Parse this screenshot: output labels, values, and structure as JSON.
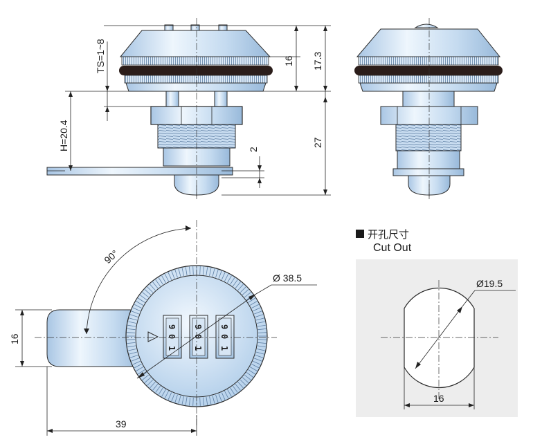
{
  "front_view": {
    "dim_ts": "TS=1~8",
    "dim_h": "H=20.4",
    "dim_2": "2"
  },
  "side_view": {
    "dim_16": "16",
    "dim_17_3": "17.3",
    "dim_27": "27"
  },
  "top_view": {
    "dim_angle": "90°",
    "dim_diameter": "Ø 38.5",
    "dim_height": "16",
    "dim_length": "39",
    "dial_digits": [
      [
        "9",
        "0",
        "1"
      ],
      [
        "9",
        "0",
        "1"
      ],
      [
        "9",
        "0",
        "1"
      ]
    ]
  },
  "cutout": {
    "title_cn": "开孔尺寸",
    "title_en": "Cut Out",
    "dim_diameter": "Ø19.5",
    "dim_width": "16"
  },
  "colors": {
    "metal_light": "#e8f2fb",
    "metal_mid": "#b9d3ec",
    "metal_dark": "#8fb3d6",
    "gasket": "#2b1d1a",
    "panel_bg": "#ededed"
  }
}
